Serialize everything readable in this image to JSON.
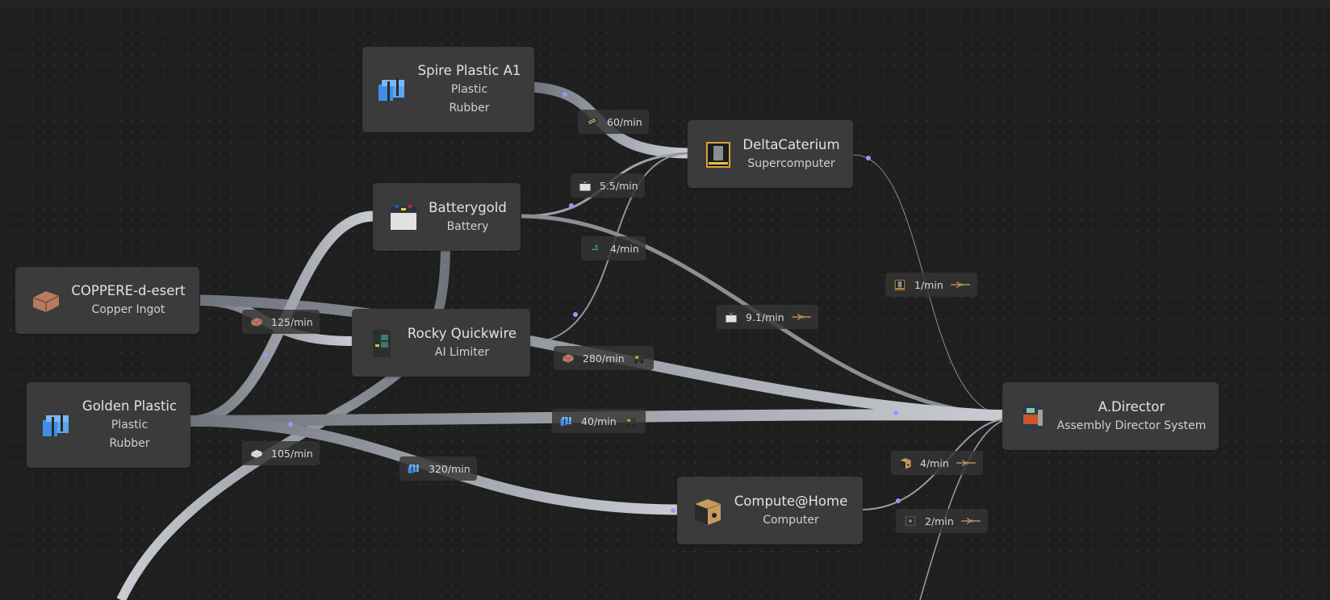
{
  "nodes": [
    {
      "id": "spire-plastic",
      "title": "Spire Plastic A1",
      "subtitles": [
        "Plastic",
        "Rubber"
      ],
      "icon": "plastic-icon"
    },
    {
      "id": "deltacaterium",
      "title": "DeltaCaterium",
      "subtitles": [
        "Supercomputer"
      ],
      "icon": "supercomputer-icon"
    },
    {
      "id": "batterygold",
      "title": "Batterygold",
      "subtitles": [
        "Battery"
      ],
      "icon": "battery-icon"
    },
    {
      "id": "coppere",
      "title": "COPPERE-d-esert",
      "subtitles": [
        "Copper Ingot"
      ],
      "icon": "copper-ingot-icon"
    },
    {
      "id": "rocky-quickwire",
      "title": "Rocky Quickwire",
      "subtitles": [
        "AI Limiter"
      ],
      "icon": "ai-limiter-icon"
    },
    {
      "id": "golden-plastic",
      "title": "Golden Plastic",
      "subtitles": [
        "Plastic",
        "Rubber"
      ],
      "icon": "plastic-icon"
    },
    {
      "id": "a-director",
      "title": "A.Director",
      "subtitles": [
        "Assembly Director System"
      ],
      "icon": "assembly-director-icon"
    },
    {
      "id": "compute-home",
      "title": "Compute@Home",
      "subtitles": [
        "Computer"
      ],
      "icon": "computer-icon"
    }
  ],
  "flows": [
    {
      "rate": "60/min",
      "item_icon": "rubber-icon",
      "vehicle_icon": null
    },
    {
      "rate": "5.5/min",
      "item_icon": "battery-icon",
      "vehicle_icon": null
    },
    {
      "rate": "4/min",
      "item_icon": "ai-limiter-icon",
      "vehicle_icon": null
    },
    {
      "rate": "125/min",
      "item_icon": "copper-ingot-icon",
      "vehicle_icon": null
    },
    {
      "rate": "9.1/min",
      "item_icon": "battery-icon",
      "vehicle_icon": "drone-icon"
    },
    {
      "rate": "1/min",
      "item_icon": "supercomputer-icon",
      "vehicle_icon": "drone-icon"
    },
    {
      "rate": "280/min",
      "item_icon": "copper-ingot-icon",
      "vehicle_icon": "truck-icon"
    },
    {
      "rate": "40/min",
      "item_icon": "plastic-icon",
      "vehicle_icon": "truck-icon"
    },
    {
      "rate": "105/min",
      "item_icon": "steel-ingot-icon",
      "vehicle_icon": null
    },
    {
      "rate": "320/min",
      "item_icon": "plastic-icon",
      "vehicle_icon": null
    },
    {
      "rate": "4/min",
      "item_icon": "computer-icon",
      "vehicle_icon": "drone-icon"
    },
    {
      "rate": "2/min",
      "item_icon": "unknown-item-icon",
      "vehicle_icon": "drone-icon"
    }
  ],
  "colors": {
    "background": "#1f1f1f",
    "node": "#3b3b3b",
    "belt": "#b8bcc4",
    "connector_dot": "#8f9bff"
  }
}
